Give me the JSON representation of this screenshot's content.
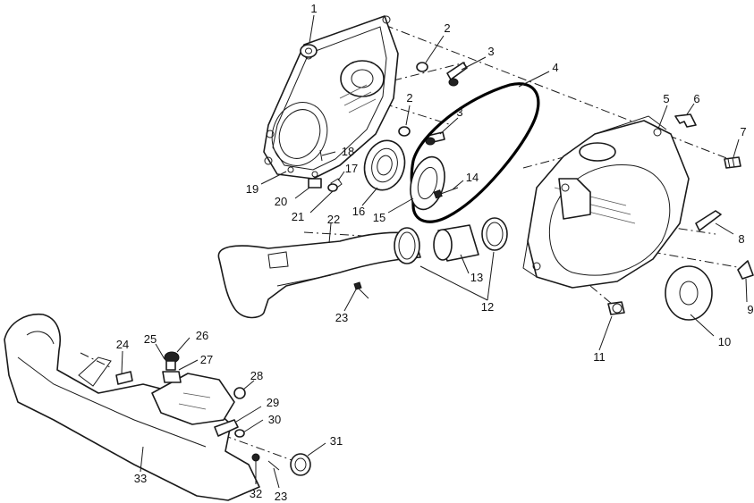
{
  "callouts": [
    {
      "id": "1",
      "text": "1"
    },
    {
      "id": "2a",
      "text": "2"
    },
    {
      "id": "3a",
      "text": "3"
    },
    {
      "id": "4",
      "text": "4"
    },
    {
      "id": "2b",
      "text": "2"
    },
    {
      "id": "3b",
      "text": "3"
    },
    {
      "id": "5",
      "text": "5"
    },
    {
      "id": "6",
      "text": "6"
    },
    {
      "id": "7",
      "text": "7"
    },
    {
      "id": "18",
      "text": "18"
    },
    {
      "id": "17",
      "text": "17"
    },
    {
      "id": "19",
      "text": "19"
    },
    {
      "id": "20",
      "text": "20"
    },
    {
      "id": "21",
      "text": "21"
    },
    {
      "id": "16",
      "text": "16"
    },
    {
      "id": "15",
      "text": "15"
    },
    {
      "id": "14",
      "text": "14"
    },
    {
      "id": "22",
      "text": "22"
    },
    {
      "id": "8",
      "text": "8"
    },
    {
      "id": "13",
      "text": "13"
    },
    {
      "id": "9",
      "text": "9"
    },
    {
      "id": "12",
      "text": "12"
    },
    {
      "id": "23a",
      "text": "23"
    },
    {
      "id": "10",
      "text": "10"
    },
    {
      "id": "11",
      "text": "11"
    },
    {
      "id": "24",
      "text": "24"
    },
    {
      "id": "25",
      "text": "25"
    },
    {
      "id": "26",
      "text": "26"
    },
    {
      "id": "27",
      "text": "27"
    },
    {
      "id": "28",
      "text": "28"
    },
    {
      "id": "29",
      "text": "29"
    },
    {
      "id": "30",
      "text": "30"
    },
    {
      "id": "31",
      "text": "31"
    },
    {
      "id": "33",
      "text": "33"
    },
    {
      "id": "32",
      "text": "32"
    },
    {
      "id": "23b",
      "text": "23"
    }
  ]
}
